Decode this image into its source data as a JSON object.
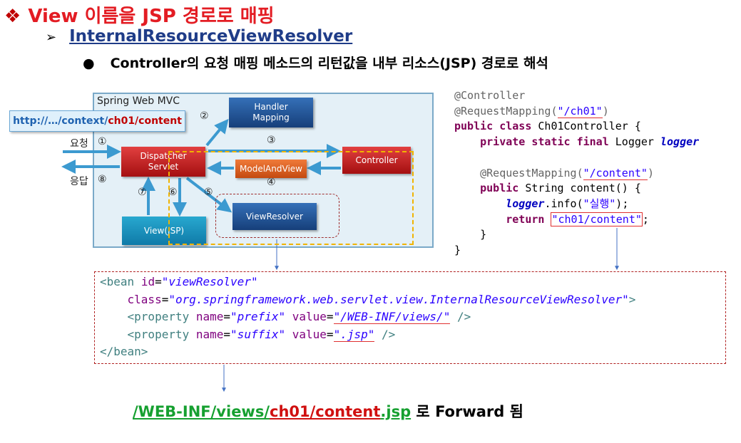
{
  "heading": {
    "bullet": "❖",
    "title": "View 이름을 JSP 경로로 매핑"
  },
  "subheading": {
    "bullet": "➢",
    "title": "InternalResourceViewResolver"
  },
  "point": {
    "bullet": "●",
    "text": "Controller의 요청 매핑 메소드의 리턴값을 내부 리소스(JSP) 경로로 해석"
  },
  "diagram": {
    "title": "Spring Web MVC",
    "url_prefix": "http://…/context/",
    "url_path": "ch01/content",
    "request_label": "요청",
    "response_label": "응답",
    "boxes": {
      "handler": "Handler\nMapping",
      "dispatcher": "Dispatcher\nServlet",
      "controller": "Controller",
      "model_and_view": "ModelAndView",
      "view_resolver": "ViewResolver",
      "view": "View(JSP)"
    },
    "steps": [
      "①",
      "②",
      "③",
      "④",
      "⑤",
      "⑥",
      "⑦",
      "⑧"
    ]
  },
  "controller_code": {
    "line1": "@Controller",
    "line2_ann": "@RequestMapping(",
    "line2_str": "\"/ch01\"",
    "line2_end": ")",
    "line3_kw": "public class ",
    "line3_rest": "Ch01Controller {",
    "line4_kw": "private static final ",
    "line4_type": "Logger ",
    "line4_field": "logger",
    "line5_ann": "@RequestMapping(",
    "line5_str": "\"/content\"",
    "line5_end": ")",
    "line6_kw": "public ",
    "line6_rest": "String content() {",
    "line7_field": "logger",
    "line7_mid": ".info(",
    "line7_str": "\"실행\"",
    "line7_end": ");",
    "line8_kw": "return ",
    "line8_str": "\"ch01/content\"",
    "line8_end": ";",
    "line9": "}",
    "line10": "}"
  },
  "xml_code": {
    "bean_open": "<bean",
    "id_attr": "id",
    "id_val": "\"viewResolver\"",
    "class_attr": "class",
    "class_val": "\"org.springframework.web.servlet.view.InternalResourceViewResolver\"",
    "class_end": ">",
    "prop": "<property",
    "name_attr": "name",
    "prefix_val": "\"prefix\"",
    "value_attr": "value",
    "prefix_value": "\"/WEB-INF/views/\"",
    "prop_end": "/>",
    "suffix_val": "\"suffix\"",
    "suffix_value": "\".jsp\"",
    "bean_close": "</bean>"
  },
  "result": {
    "prefix": "/WEB-INF/views/",
    "view_name": "ch01/content",
    "suffix": ".jsp",
    "tail": " 로 Forward 됨"
  }
}
